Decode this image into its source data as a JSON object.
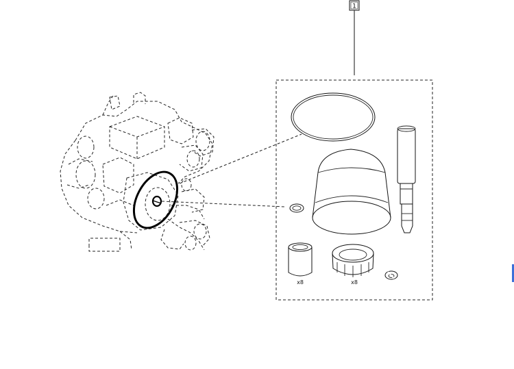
{
  "diagram": {
    "ref_number": "1",
    "qty_labels": [
      "x8",
      "x8"
    ]
  },
  "colors": {
    "line": "#222222",
    "background": "#ffffff",
    "edge_marker": "#3b6fd8"
  }
}
